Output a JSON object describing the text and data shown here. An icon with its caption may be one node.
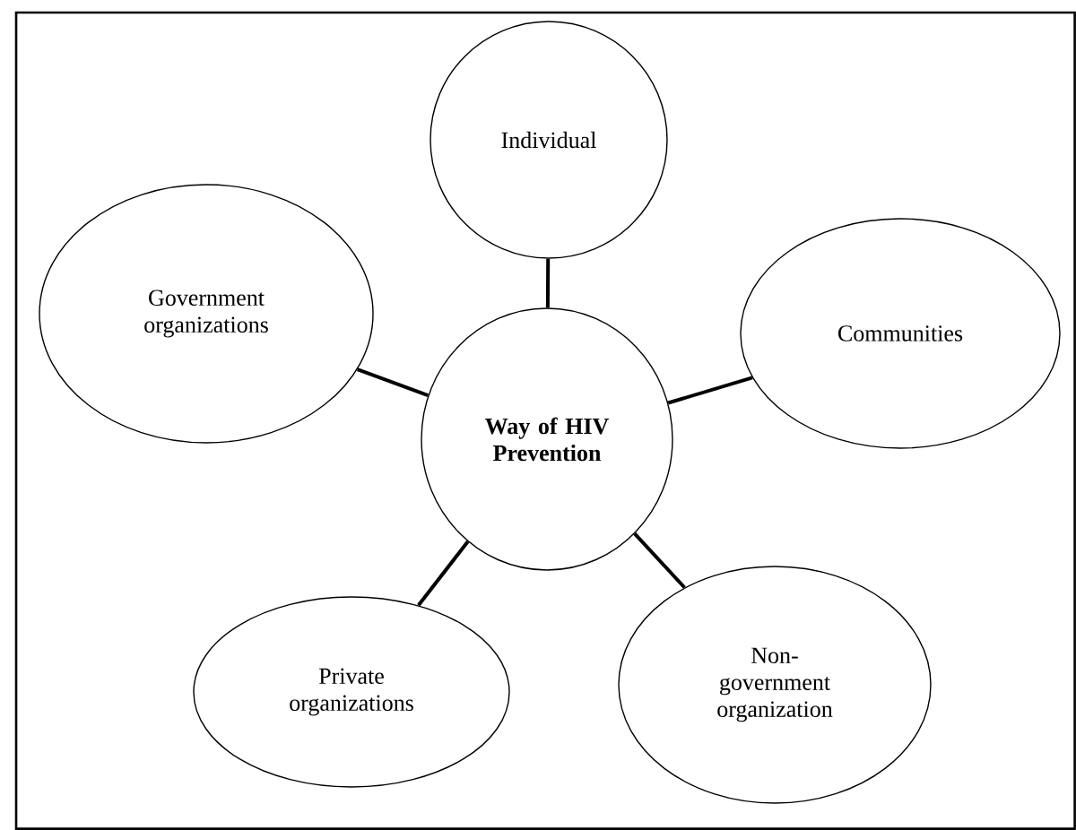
{
  "diagram": {
    "nodes": [
      {
        "text": [
          "Individual"
        ]
      },
      {
        "text": [
          "Government organizations"
        ]
      },
      {
        "text": [
          "Communities"
        ]
      },
      {
        "text": [
          "Way of HIV Prevention"
        ]
      },
      {
        "text": [
          "Private organizations"
        ]
      },
      {
        "text": [
          "Non- government organization"
        ]
      }
    ],
    "edges": [
      {
        "from": 3,
        "to": 0,
        "arrow": "none"
      },
      {
        "from": 3,
        "to": 1,
        "arrow": "none"
      },
      {
        "from": 3,
        "to": 2,
        "arrow": "none"
      },
      {
        "from": 3,
        "to": 4,
        "arrow": "none"
      },
      {
        "from": 3,
        "to": 5,
        "arrow": "none"
      }
    ]
  }
}
